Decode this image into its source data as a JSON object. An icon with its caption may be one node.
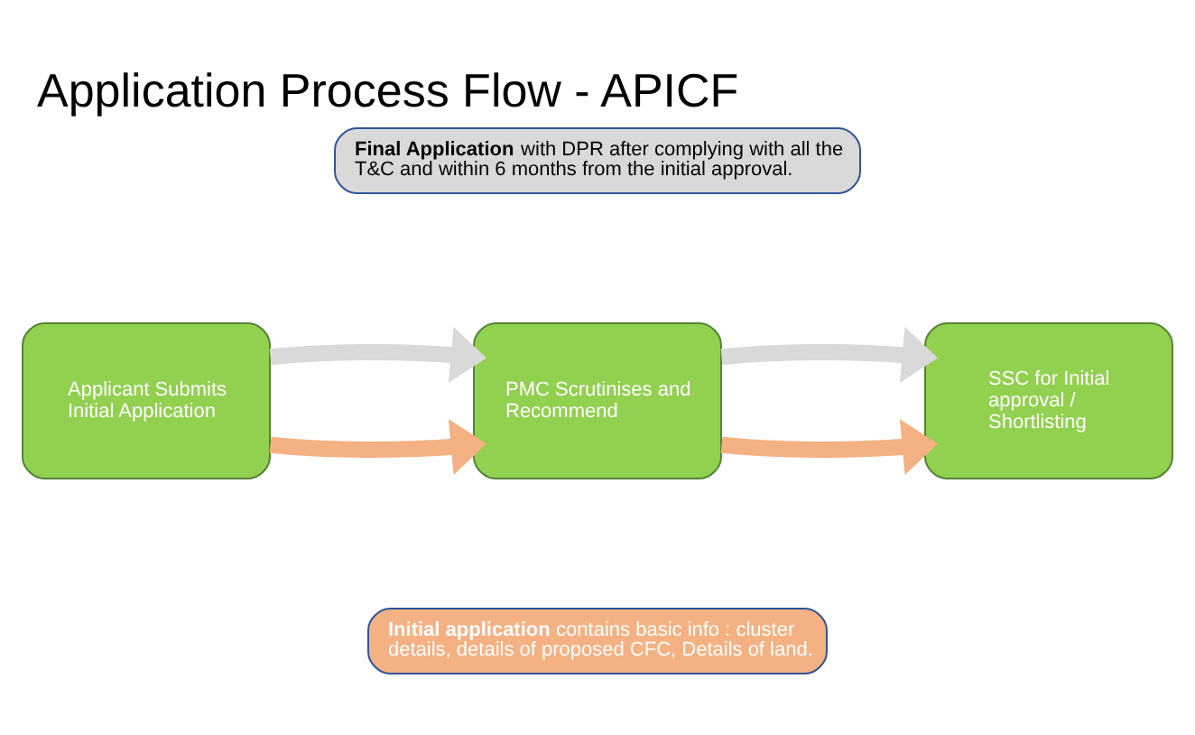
{
  "diagram": {
    "title": "Application Process Flow - APICF",
    "nodes": [
      {
        "text": [
          "**Initial application** contains basic info : cluster details, details of proposed CFC, Details of land."
        ]
      },
      {
        "text": [
          "Applicant Submits Initial Application"
        ]
      },
      {
        "text": [
          "PMC Scrutinises and Recommend"
        ]
      },
      {
        "text": [
          "SSC for Initial approval / Shortlisting"
        ]
      },
      {
        "text": [
          "**Final Application** with DPR after complying with all the T&C and within 6 months from the initial approval."
        ]
      }
    ],
    "edges": [
      {
        "from": 1,
        "to": 2,
        "arrow": "to",
        "color": "#f4b183"
      },
      {
        "from": 2,
        "to": 3,
        "arrow": "to",
        "color": "#f4b183"
      },
      {
        "from": 1,
        "to": 2,
        "arrow": "to",
        "color": "#d9d9d9"
      },
      {
        "from": 2,
        "to": 3,
        "arrow": "to",
        "color": "#d9d9d9"
      }
    ]
  }
}
